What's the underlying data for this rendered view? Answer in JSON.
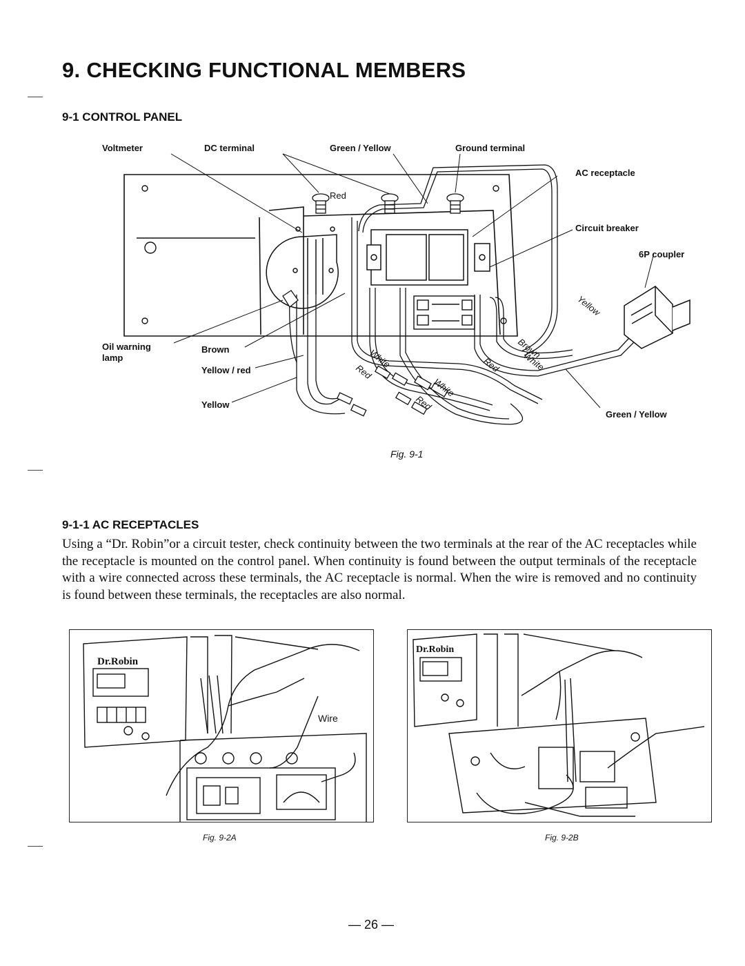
{
  "document": {
    "title": "9. CHECKING FUNCTIONAL MEMBERS",
    "section": "9-1  CONTROL PANEL",
    "subsection": "9-1-1  AC RECEPTACLES",
    "body": "Using a “Dr. Robin”or a circuit tester, check continuity between the two terminals at the rear of the AC receptacles while the receptacle is mounted on the control panel. When continuity is found between the output terminals of the receptacle with a wire connected across these terminals, the AC receptacle is normal. When the wire is removed and no continuity is found between these terminals, the receptacles are also normal.",
    "page_number": "— 26 —"
  },
  "figure_1": {
    "caption": "Fig. 9-1",
    "labels": {
      "voltmeter": "Voltmeter",
      "dc_terminal": "DC terminal",
      "green_yellow_top": "Green / Yellow",
      "ground_terminal": "Ground terminal",
      "ac_receptacle": "AC receptacle",
      "circuit_breaker": "Circuit breaker",
      "coupler": "6P coupler",
      "oil_warning_1": "Oil warning",
      "oil_warning_2": "lamp",
      "brown": "Brown",
      "yellow_red": "Yellow / red",
      "yellow": "Yellow",
      "green_yellow_bottom": "Green / Yellow",
      "red_top": "Red"
    },
    "wire_labels": {
      "yellow": "Yellow",
      "brown": "Brown",
      "white_right": "White",
      "red_right": "Red",
      "white_left": "White",
      "red_left": "Red",
      "white_center": "White",
      "red_center": "Red"
    }
  },
  "figure_2a": {
    "caption": "Fig. 9-2A",
    "brand_text": "Dr.Robin",
    "wire_label": "Wire"
  },
  "figure_2b": {
    "caption": "Fig. 9-2B",
    "brand_text": "Dr.Robin"
  }
}
